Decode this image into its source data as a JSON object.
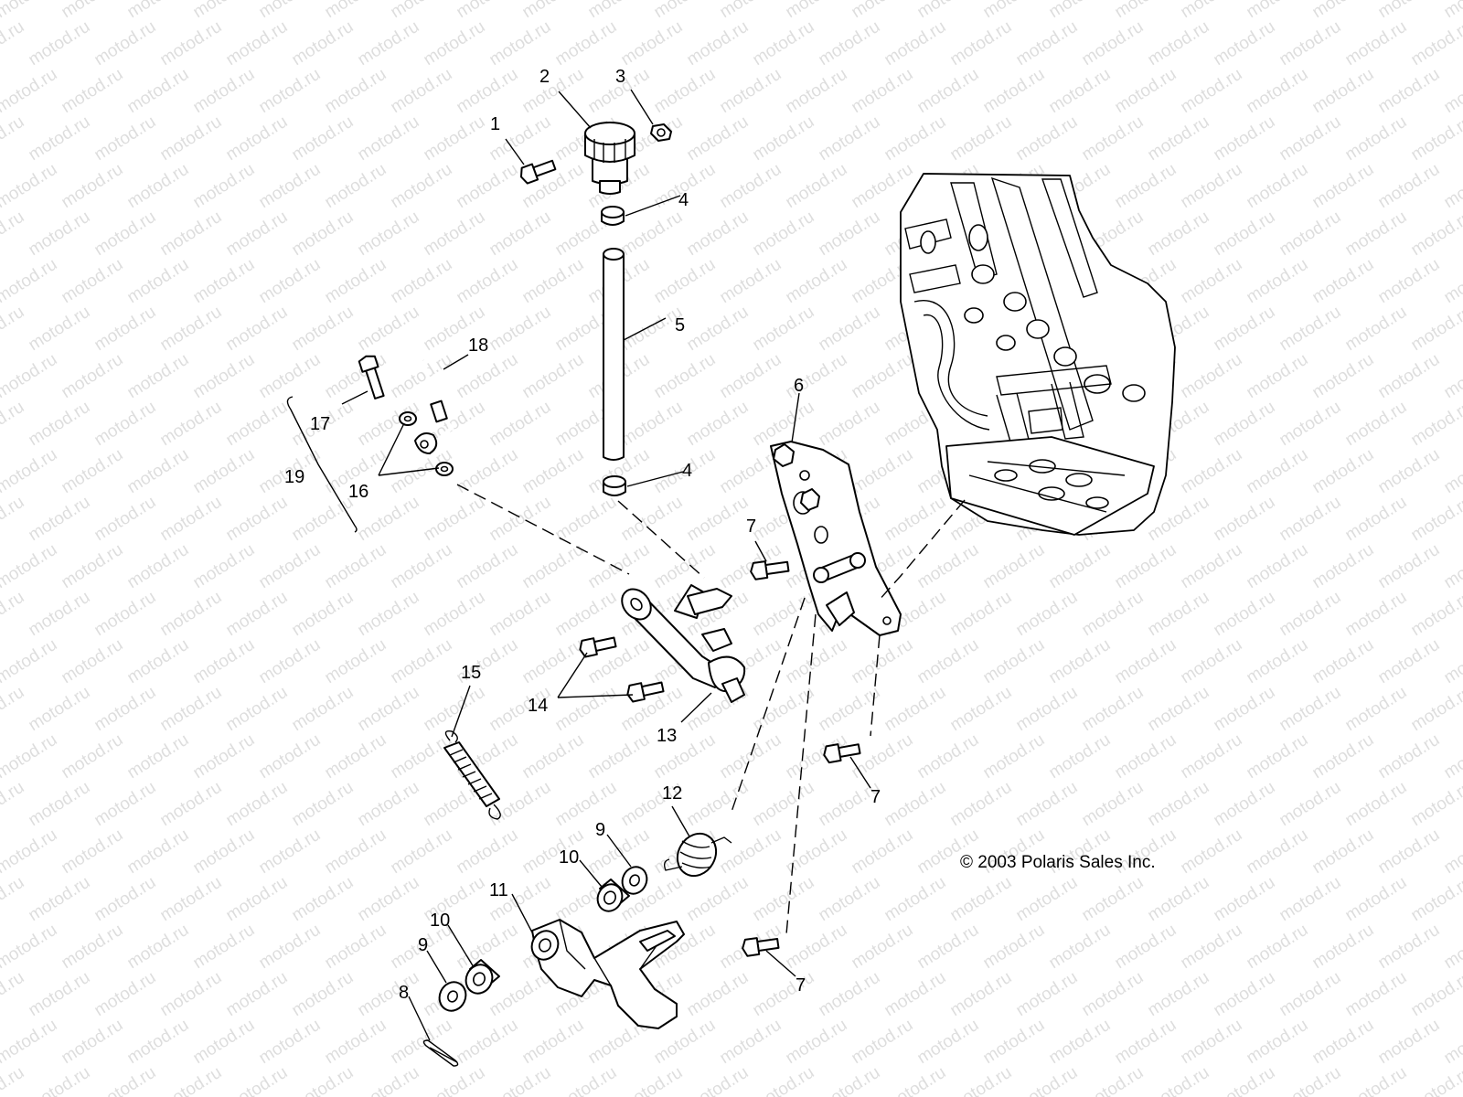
{
  "watermark": "motod.ru",
  "copyright": "© 2003 Polaris Sales Inc.",
  "callouts": [
    {
      "id": "1",
      "text": "1"
    },
    {
      "id": "2",
      "text": "2"
    },
    {
      "id": "3",
      "text": "3"
    },
    {
      "id": "4a",
      "text": "4"
    },
    {
      "id": "5",
      "text": "5"
    },
    {
      "id": "18",
      "text": "18"
    },
    {
      "id": "17",
      "text": "17"
    },
    {
      "id": "19",
      "text": "19"
    },
    {
      "id": "16",
      "text": "16"
    },
    {
      "id": "4b",
      "text": "4"
    },
    {
      "id": "6",
      "text": "6"
    },
    {
      "id": "7a",
      "text": "7"
    },
    {
      "id": "15",
      "text": "15"
    },
    {
      "id": "14",
      "text": "14"
    },
    {
      "id": "13",
      "text": "13"
    },
    {
      "id": "7b",
      "text": "7"
    },
    {
      "id": "12",
      "text": "12"
    },
    {
      "id": "9a",
      "text": "9"
    },
    {
      "id": "10a",
      "text": "10"
    },
    {
      "id": "11",
      "text": "11"
    },
    {
      "id": "10b",
      "text": "10"
    },
    {
      "id": "9b",
      "text": "9"
    },
    {
      "id": "8",
      "text": "8"
    },
    {
      "id": "7c",
      "text": "7"
    }
  ]
}
